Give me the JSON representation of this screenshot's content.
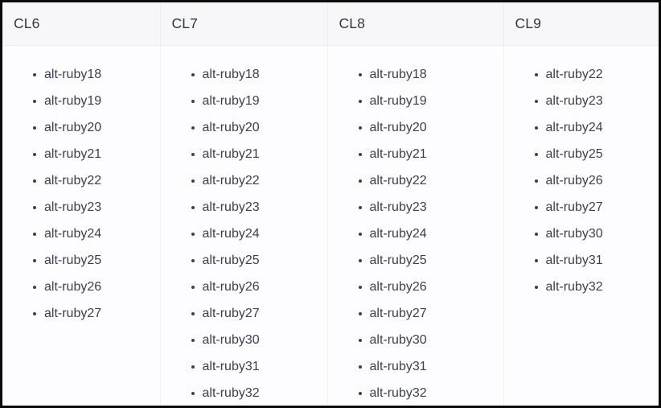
{
  "table": {
    "columns": [
      {
        "header": "CL6",
        "items": [
          "alt-ruby18",
          "alt-ruby19",
          "alt-ruby20",
          "alt-ruby21",
          "alt-ruby22",
          "alt-ruby23",
          "alt-ruby24",
          "alt-ruby25",
          "alt-ruby26",
          "alt-ruby27"
        ]
      },
      {
        "header": "CL7",
        "items": [
          "alt-ruby18",
          "alt-ruby19",
          "alt-ruby20",
          "alt-ruby21",
          "alt-ruby22",
          "alt-ruby23",
          "alt-ruby24",
          "alt-ruby25",
          "alt-ruby26",
          "alt-ruby27",
          "alt-ruby30",
          "alt-ruby31",
          "alt-ruby32"
        ]
      },
      {
        "header": "CL8",
        "items": [
          "alt-ruby18",
          "alt-ruby19",
          "alt-ruby20",
          "alt-ruby21",
          "alt-ruby22",
          "alt-ruby23",
          "alt-ruby24",
          "alt-ruby25",
          "alt-ruby26",
          "alt-ruby27",
          "alt-ruby30",
          "alt-ruby31",
          "alt-ruby32"
        ]
      },
      {
        "header": "CL9",
        "items": [
          "alt-ruby22",
          "alt-ruby23",
          "alt-ruby24",
          "alt-ruby25",
          "alt-ruby26",
          "alt-ruby27",
          "alt-ruby30",
          "alt-ruby31",
          "alt-ruby32"
        ]
      }
    ]
  },
  "colors": {
    "header_background": "#f7f7fa",
    "header_text": "#2f3542",
    "body_background": "#fdfdff",
    "body_text": "#3a4050",
    "divider": "#ececf2",
    "outer_border": "#0a0a0a"
  }
}
